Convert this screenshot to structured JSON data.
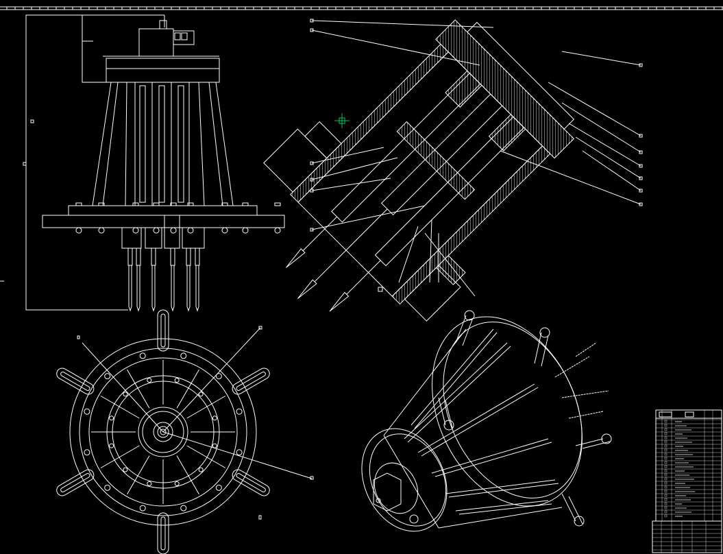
{
  "drawing": {
    "background": "#000000",
    "line_color": "#ffffff",
    "cursor_color": "#00c864",
    "views": [
      {
        "id": "front",
        "kind": "elevation"
      },
      {
        "id": "section",
        "kind": "inclined-section"
      },
      {
        "id": "top",
        "kind": "plan"
      },
      {
        "id": "iso",
        "kind": "isometric"
      }
    ]
  },
  "title_block": {
    "parts_rows": 24
  }
}
